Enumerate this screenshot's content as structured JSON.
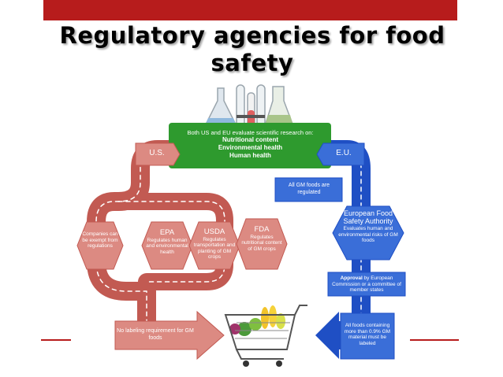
{
  "title": "Regulatory agencies for food safety",
  "research_box": {
    "intro": "Both US and EU evaluate scientific research on:",
    "items": [
      "Nutritional content",
      "Environmental health",
      "Human health"
    ]
  },
  "us_tag": "U.S.",
  "eu_tag": "E.U.",
  "us": {
    "companies": "Companies can be exempt from regulations",
    "agencies": [
      {
        "name": "EPA",
        "desc": "Regulates human and environmental health"
      },
      {
        "name": "USDA",
        "desc": "Regulates transportation and planting of GM crops"
      },
      {
        "name": "FDA",
        "desc": "Regulates nutritional content of GM crops"
      }
    ],
    "labeling": "No labeling requirement for GM foods"
  },
  "eu": {
    "regulated": "All GM foods are regulated",
    "efsa_name": "European Food Safety Authority",
    "efsa_desc": "Evaluates human and environmental risks of GM foods",
    "approval_bold": "Approval",
    "approval_rest": " by European Commission or a committee of member states",
    "labeling": "All foods containing more than 0.9% GM material must be labeled"
  },
  "colors": {
    "accent_red": "#b71c1c",
    "us_red": "#c25a52",
    "us_light": "#dc8a82",
    "eu_blue": "#1f4fc4",
    "eu_light": "#3a6ed8",
    "green": "#2e9a2e"
  },
  "icons": [
    "lab-glassware-icon",
    "shopping-cart-icon"
  ]
}
